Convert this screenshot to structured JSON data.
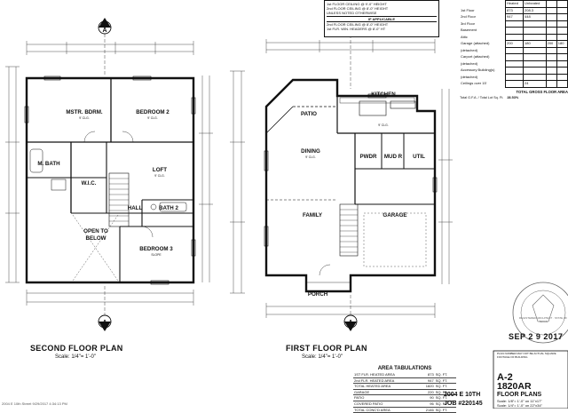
{
  "second_floor": {
    "title": "SECOND FLOOR PLAN",
    "scale": "Scale: 1/4\"= 1'-0\"",
    "rooms": {
      "master": "MSTR. BDRM.",
      "master_sub": "9' CLG.",
      "bed2": "BEDROOM 2",
      "bed2_sub": "9' CLG.",
      "mbath": "M. BATH",
      "wic": "W.I.C.",
      "loft": "LOFT",
      "loft_sub": "9' CLG.",
      "hall": "HALL",
      "bath2": "BATH 2",
      "open": "OPEN TO",
      "open2": "BELOW",
      "bed3": "BEDROOM 3",
      "bed3_sub": "SLOPE"
    }
  },
  "first_floor": {
    "title": "FIRST FLOOR PLAN",
    "scale": "Scale: 1/4\"= 1'-0\"",
    "rooms": {
      "patio": "PATIO",
      "kitchen": "KITCHEN",
      "kitchen_sub": "9' CLG.",
      "dining": "DINING",
      "dining_sub": "9' CLG.",
      "pwdr": "PWDR",
      "mudr": "MUD R",
      "util": "UTIL",
      "family": "FAMILY",
      "garage": "GARAGE",
      "porch": "PORCH"
    }
  },
  "markers": {
    "a": "A"
  },
  "notes": {
    "ceiling1": "1st FLOOR CEILING @ 9'-0\" HEIGHT",
    "ceiling2": "2nd FLOOR CEILING @ 8'-0\" HEIGHT",
    "ceiling3": "1st FLR. WIN. HEADERS @ 8'-0\" HT",
    "ceiling4": "UNLESS NOTED OTHERWISE",
    "if_applicable": "IF APPLICABLE"
  },
  "summary_table": {
    "header": [
      "",
      "Heated",
      "Unheated"
    ],
    "rows": [
      [
        "1st Floor",
        "873",
        "208.3"
      ],
      [
        "2nd Floor",
        "947",
        "448"
      ],
      [
        "3rd Floor",
        "",
        ""
      ],
      [
        "Basement",
        "",
        ""
      ],
      [
        "Attic",
        "",
        ""
      ],
      [
        "Garage (attached)",
        "200",
        "180",
        "200",
        "180"
      ],
      [
        "(detached)",
        "",
        ""
      ],
      [
        "Carport (attached)",
        "",
        ""
      ],
      [
        "(detached)",
        "",
        ""
      ],
      [
        "Accessory Building(s)",
        "",
        ""
      ],
      [
        "(detached)",
        "",
        ""
      ],
      [
        "Ceilings over 15'",
        "",
        "24"
      ]
    ],
    "total_label": "TOTAL GROSS FLOOR AREA",
    "ratio_label": "Total G.F.A. / Total Lot Sq. Ft.",
    "ratio_value": "28.53%"
  },
  "area_tabulations": {
    "title": "AREA TABULATIONS",
    "rows": [
      [
        "1ST FLR. HEATED AREA",
        "873",
        "SQ. FT."
      ],
      [
        "2nd FLR. HEATED AREA",
        "947",
        "SQ. FT."
      ],
      [
        "TOTAL HEATED AREA",
        "1820",
        "SQ. FT."
      ],
      [
        "GARAGE",
        "220",
        "SQ. FT."
      ],
      [
        "PATIO",
        "90",
        "SQ. FT."
      ],
      [
        "COVERED PATIO",
        "96",
        "SQ. FT."
      ],
      [
        "TOTAL CONC'D AREA",
        "2146",
        "SQ. FT."
      ]
    ]
  },
  "title_block": {
    "address": "2004 E 10TH",
    "job": "JOB #220145",
    "sheet": "A-2",
    "plan_name": "1820AR",
    "sheet_name": "FLOOR PLANS",
    "scale1": "Scale: 1/8\"= 1'-0\" on 11\"x17\"",
    "scale2": "Scale: 1/4\"= 1'-0\" on 22\"x34\"",
    "note": "PLAN NUMBER MAY NOT BE ACTUAL SQUARE FOOTAGE OF BUILDING"
  },
  "stamp": {
    "date": "SEP 2 9 2017",
    "seal_text": "REGISTERED ARCHITECT · STATE OF TEXAS"
  },
  "footer": "2004 E 10th Street 9/29/2017 4:34:13 PM"
}
